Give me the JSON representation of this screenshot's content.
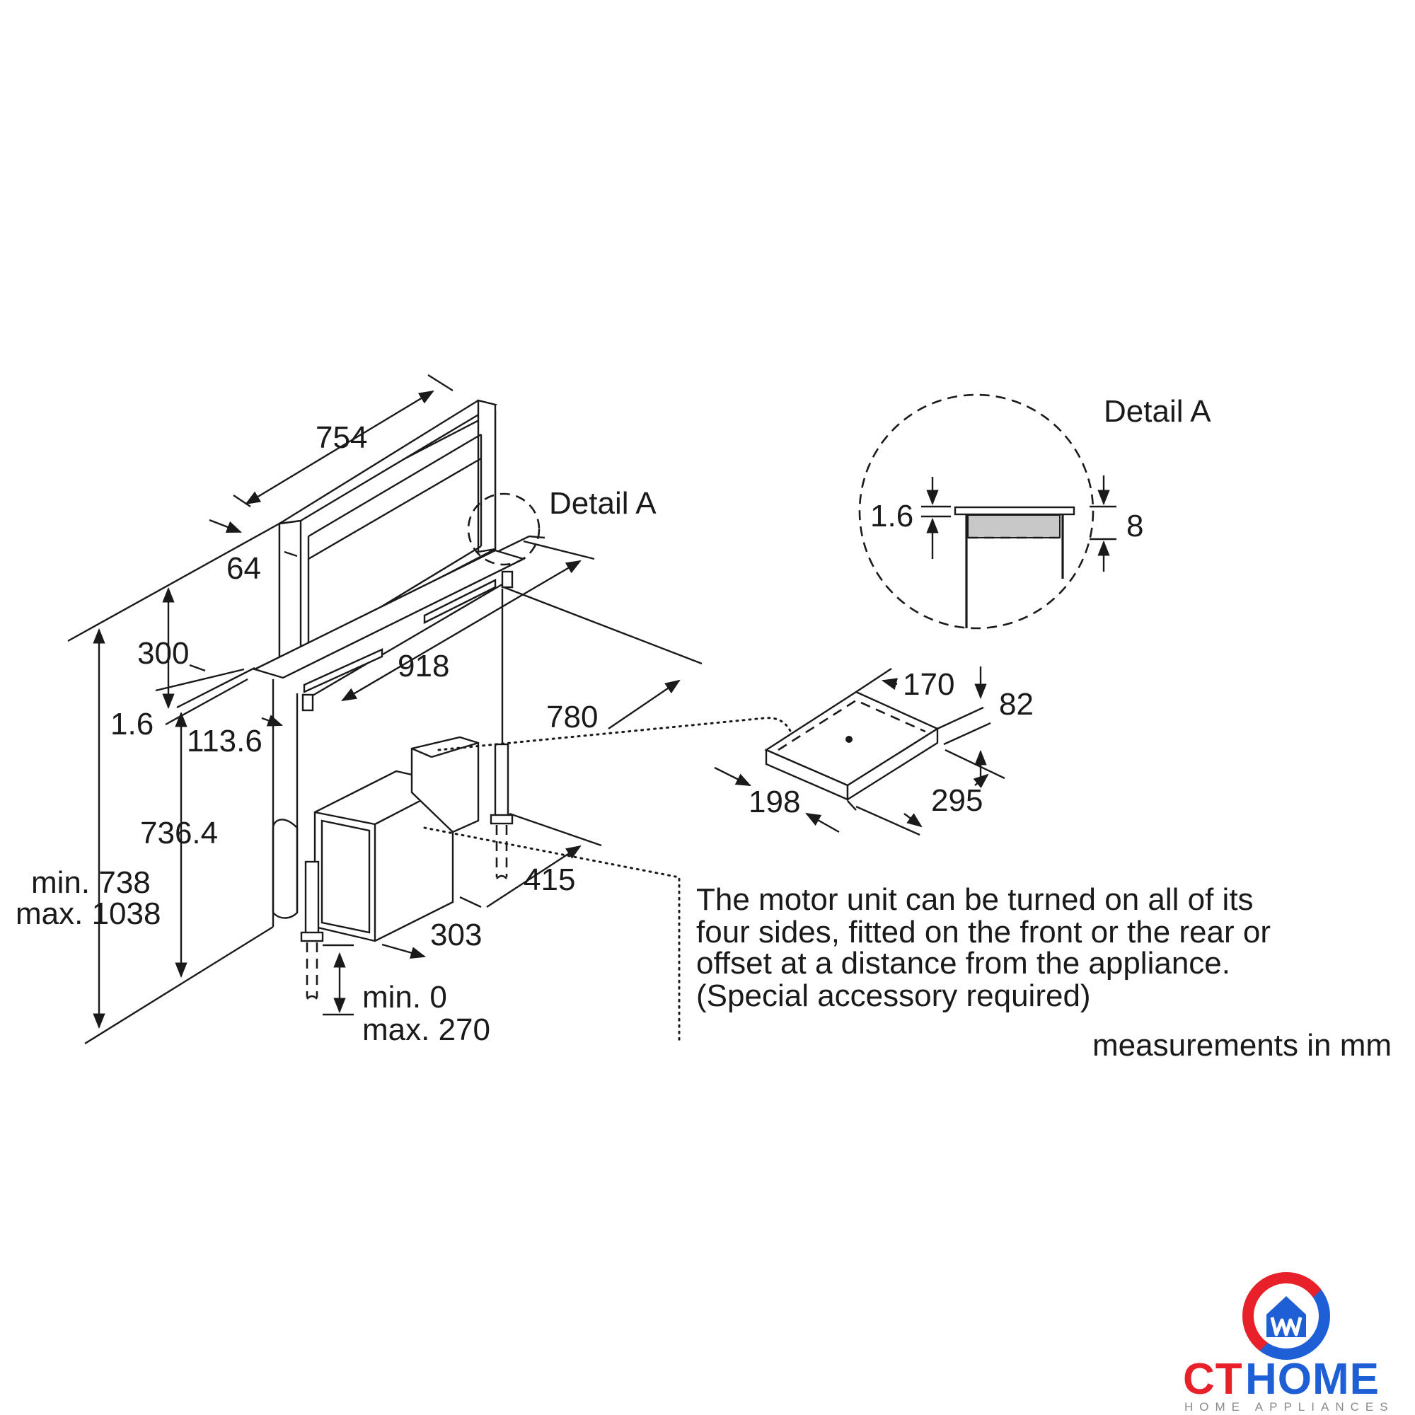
{
  "detail_labels": {
    "main": "Detail A",
    "inset": "Detail A"
  },
  "dimensions": {
    "width_top": "754",
    "depth_top": "64",
    "height_300": "300",
    "thickness": "1.6",
    "offset": "113.6",
    "width_918": "918",
    "depth_780": "780",
    "height_736": "736.4",
    "min_total": "min. 738",
    "max_total": "max. 1038",
    "motor_415": "415",
    "motor_303": "303",
    "foot_min": "min. 0",
    "foot_max": "max. 270",
    "detail_thickness": "1.6",
    "detail_8": "8",
    "acc_170": "170",
    "acc_82": "82",
    "acc_198": "198",
    "acc_295": "295"
  },
  "note": {
    "line1": "The motor unit can be turned on all of its",
    "line2": "four sides, fitted on the front or the rear or",
    "line3": "offset at a distance from the appliance.",
    "line4": "(Special accessory required)"
  },
  "units_label": "measurements in mm",
  "brand": {
    "name_ct": "CT",
    "name_home": "HOME",
    "tagline": "HOME APPLIANCES",
    "color_red": "#e8202a",
    "color_blue": "#1f5fd6",
    "color_gray": "#8a8a8a"
  }
}
